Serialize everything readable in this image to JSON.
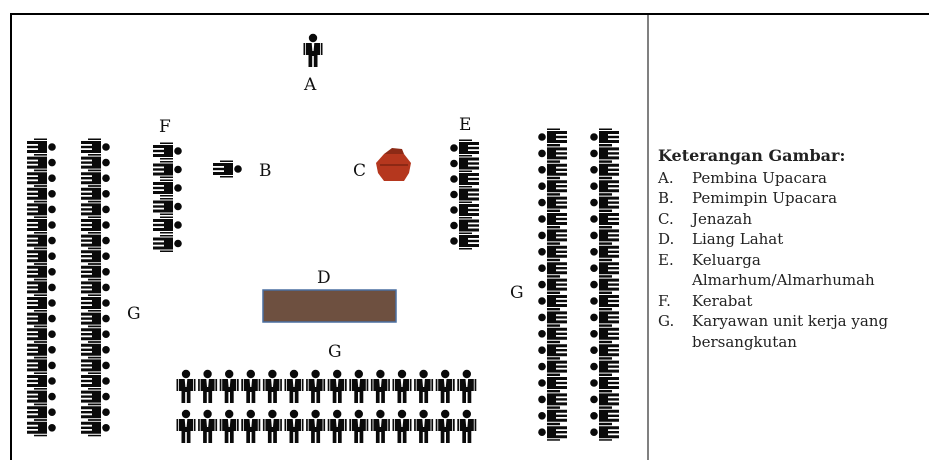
{
  "labels": {
    "A": "A",
    "B": "B",
    "C": "C",
    "D": "D",
    "E": "E",
    "F": "F",
    "G_left": "G",
    "G_bottom": "G",
    "G_right": "G"
  },
  "legend": {
    "title": "Keterangan Gambar:",
    "items": [
      {
        "key": "A.",
        "text": "Pembina Upacara"
      },
      {
        "key": "B.",
        "text": "Pemimpin Upacara"
      },
      {
        "key": "C.",
        "text": "Jenazah"
      },
      {
        "key": "D.",
        "text": "Liang Lahat"
      },
      {
        "key": "E.",
        "text": "Keluarga Almarhum/Almarhumah"
      },
      {
        "key": "F.",
        "text": "Kerabat"
      },
      {
        "key": "G.",
        "text": "Karyawan unit kerja yang bersangkutan"
      }
    ]
  },
  "colors": {
    "figure": "#0a0a0a",
    "grave": "#6e5040",
    "grave_border": "#4a6fa0",
    "coffin": "#b5371e",
    "frame": "#000000"
  },
  "icons": {
    "person": "person-icon",
    "coffin": "coffin-icon",
    "grave": "grave-rectangle"
  }
}
